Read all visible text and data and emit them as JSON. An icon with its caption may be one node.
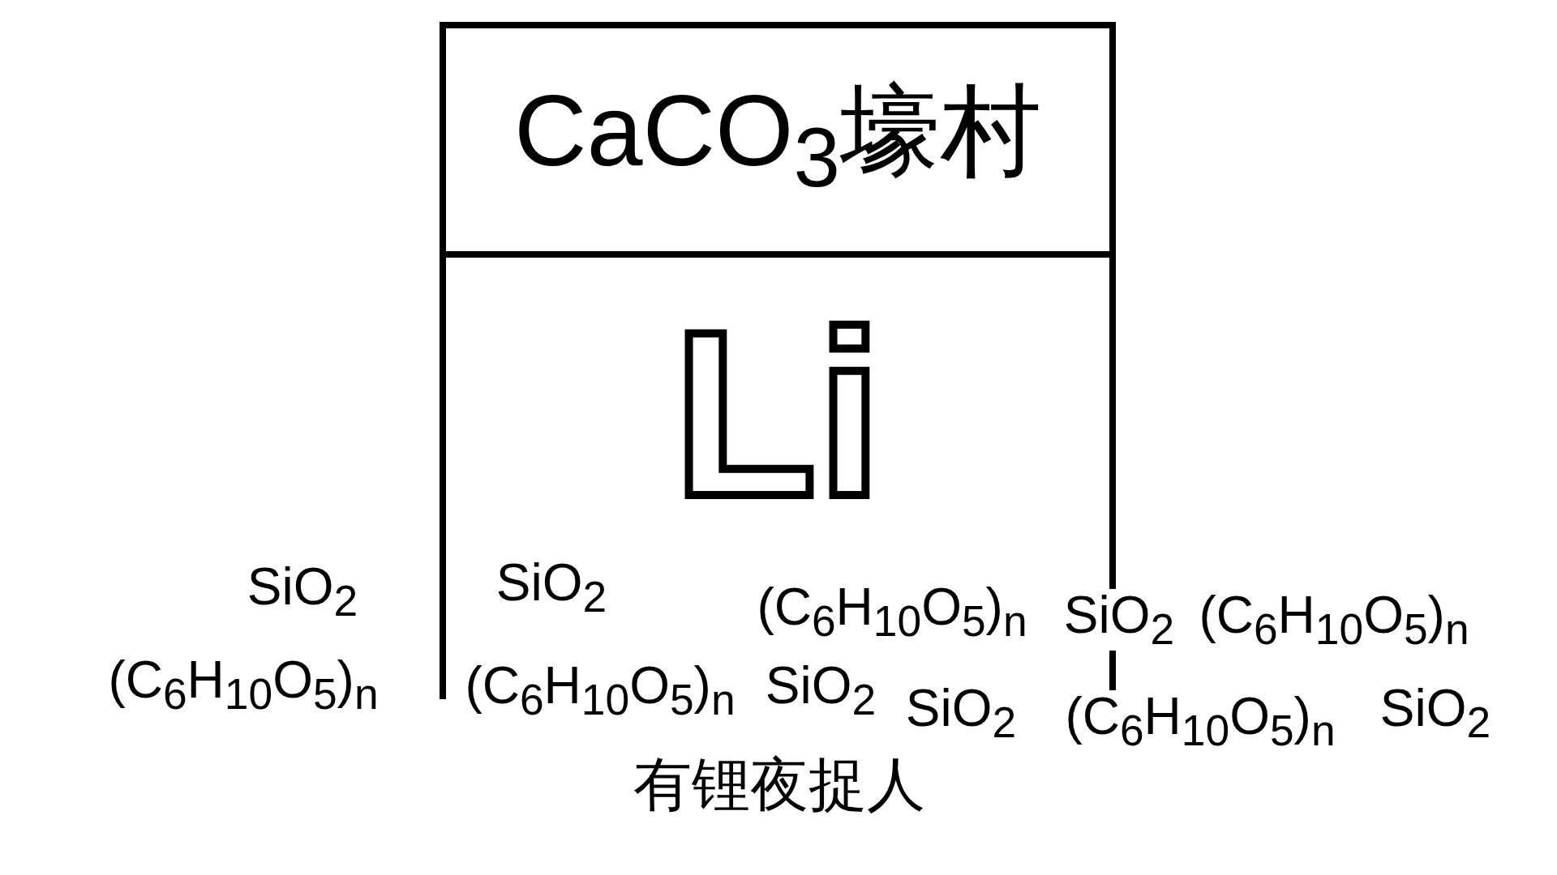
{
  "diagram": {
    "nodes": [
      {
        "text": [
          "CaCO$_{3}$壕村",
          "Li"
        ]
      }
    ],
    "labels": [
      "SiO$_{2}$",
      "SiO$_{2}$",
      "(C$_{6}$H$_{10}$O$_{5}$)$_{n}$",
      "SiO$_{2}$",
      "(C$_{6}$H$_{10}$O$_{5}$)$_{n}$",
      "(C$_{6}$H$_{10}$O$_{5}$)$_{n}$",
      "(C$_{6}$H$_{10}$O$_{5}$)$_{n}$",
      "SiO$_{2}$",
      "SiO$_{2}$",
      "(C$_{6}$H$_{10}$O$_{5}$)$_{n}$",
      "SiO$_{2}$"
    ],
    "caption": "有锂夜捉人"
  }
}
